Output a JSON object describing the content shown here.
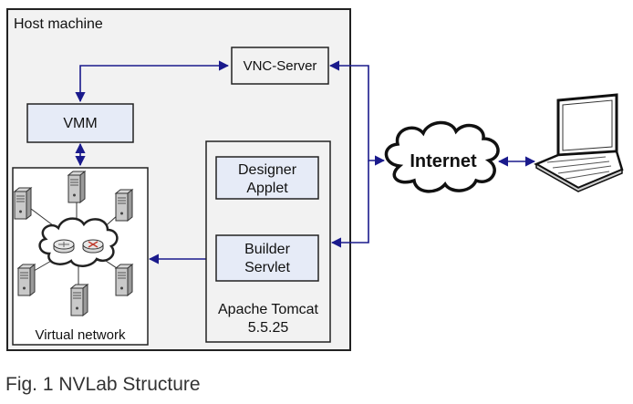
{
  "host_machine": {
    "label": "Host machine"
  },
  "vnc_server": {
    "label": "VNC-Server"
  },
  "vmm": {
    "label": "VMM"
  },
  "designer_applet": {
    "line1": "Designer",
    "line2": "Applet"
  },
  "builder_servlet": {
    "line1": "Builder",
    "line2": "Servlet"
  },
  "apache_tomcat": {
    "line1": "Apache Tomcat",
    "line2": "5.5.25"
  },
  "virtual_network": {
    "label": "Virtual network"
  },
  "internet": {
    "label": "Internet"
  },
  "caption": "Fig. 1 NVLab Structure",
  "colors": {
    "arrow": "#1a1a8c",
    "box_fill": "#e6ebf7",
    "border": "#222222",
    "host_fill": "#f2f2f2"
  },
  "icons": [
    "server-icon",
    "router-icon",
    "cloud-icon",
    "laptop-icon"
  ]
}
